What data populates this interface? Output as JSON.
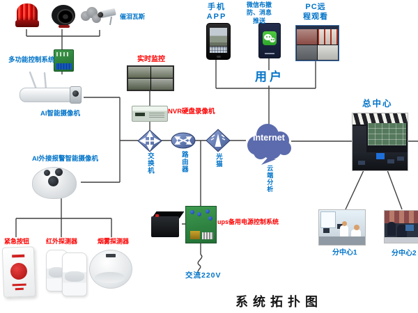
{
  "title": "系统拓扑图",
  "labels": {
    "tear_gas": "催泪瓦斯",
    "control_system": "多功能控制系统",
    "ai_camera": "AI智能摄像机",
    "ai_alarm_camera": "AI外接报警智能摄像机",
    "realtime_monitor": "实时监控",
    "nvr": "NVR硬盘录像机",
    "switch": "交换机",
    "router": "路由器",
    "optical_modem": "光猫",
    "internet": "Internet",
    "cloud_analysis": "云端分析",
    "phone_app": "手机\nAPP",
    "wechat_push": "微信布撤\n防、消息\n推送",
    "pc_remote": "PC远\n程观看",
    "user": "用户",
    "main_center": "总中心",
    "sub_center_1": "分中心1",
    "sub_center_2": "分中心2",
    "emergency_button": "紧急按钮",
    "infrared_detector": "红外探测器",
    "smoke_detector": "烟雾探测器",
    "ups": "ups备用电源控制系统",
    "ac_power": "交流220V"
  },
  "colors": {
    "label_blue": "#0073C8",
    "label_red": "#FE0000",
    "cloud_blue": "#5B6BAD",
    "icon_blue": "#3D548F",
    "line": "#3F3F3F"
  }
}
